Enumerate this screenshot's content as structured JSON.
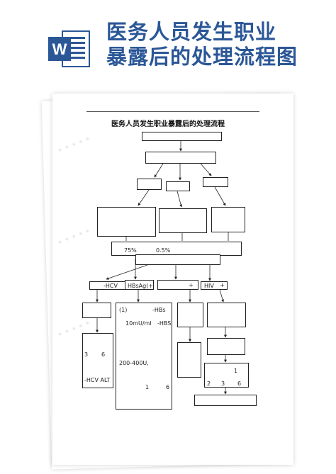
{
  "header": {
    "title_line1": "医务人员发生职业",
    "title_line2": "暴露后的处理流程图",
    "brand_color": "#2b5797"
  },
  "document": {
    "title": "医务人员发生职业暴露后的处理流程",
    "labels": {
      "percent_75": "75%",
      "percent_05": "0.5%",
      "hcv": "-HCV",
      "hbsag": "HBsAg(+",
      "plus": "+",
      "hiv": "HIV",
      "hiv_plus": "+",
      "one": "(1)",
      "hbs1": "-HBs",
      "ten_mu": "10mU/ml",
      "hbs2": "-HBS",
      "range": "200-400U,",
      "num_1": "1",
      "num_6": "6",
      "left_3": "3",
      "left_6": "6",
      "hcv_alt": "-HCV  ALT",
      "r_1": "1",
      "r_2": "2",
      "r_3": "3",
      "r_6": "6"
    }
  }
}
